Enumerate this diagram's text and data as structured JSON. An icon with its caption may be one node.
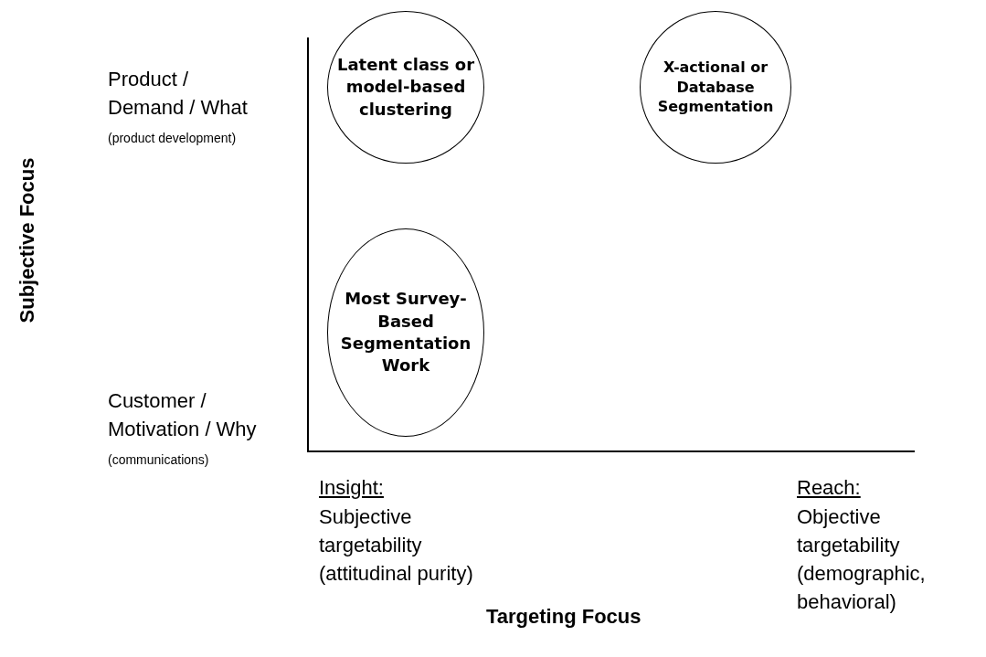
{
  "diagram": {
    "nodes": [
      {
        "text": [
          "Latent class or model-based clustering"
        ]
      },
      {
        "text": [
          "X-actional or Database Segmentation"
        ]
      },
      {
        "text": [
          "Most Survey-Based Segmentation Work"
        ]
      }
    ],
    "edges": [],
    "labels": [
      "Product / Demand / What",
      "(product development)",
      "Subjective Focus",
      "Customer / Motivation / Why",
      "(communications)",
      "Insight:",
      "Subjective targetability (attitudinal purity)",
      "Reach:",
      "Objective targetability (demographic, behavioral)",
      "Targeting Focus"
    ]
  }
}
